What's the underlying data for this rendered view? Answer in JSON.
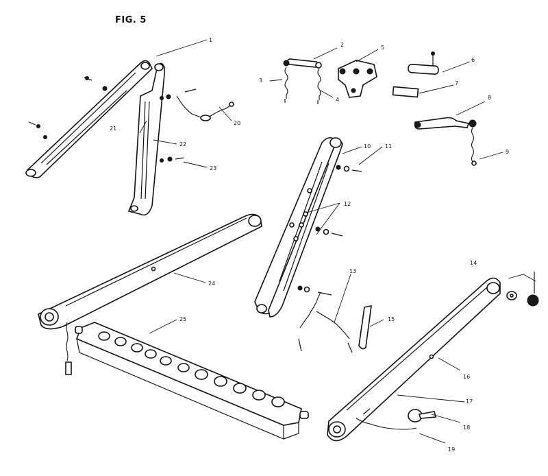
{
  "figure": {
    "title": "FIG. 5"
  },
  "callouts": [
    "1",
    "2",
    "3",
    "4",
    "5",
    "6",
    "7",
    "8",
    "9",
    "10",
    "11",
    "12",
    "13",
    "14",
    "15",
    "16",
    "17",
    "18",
    "19",
    "20",
    "21",
    "22",
    "23",
    "24",
    "25"
  ]
}
